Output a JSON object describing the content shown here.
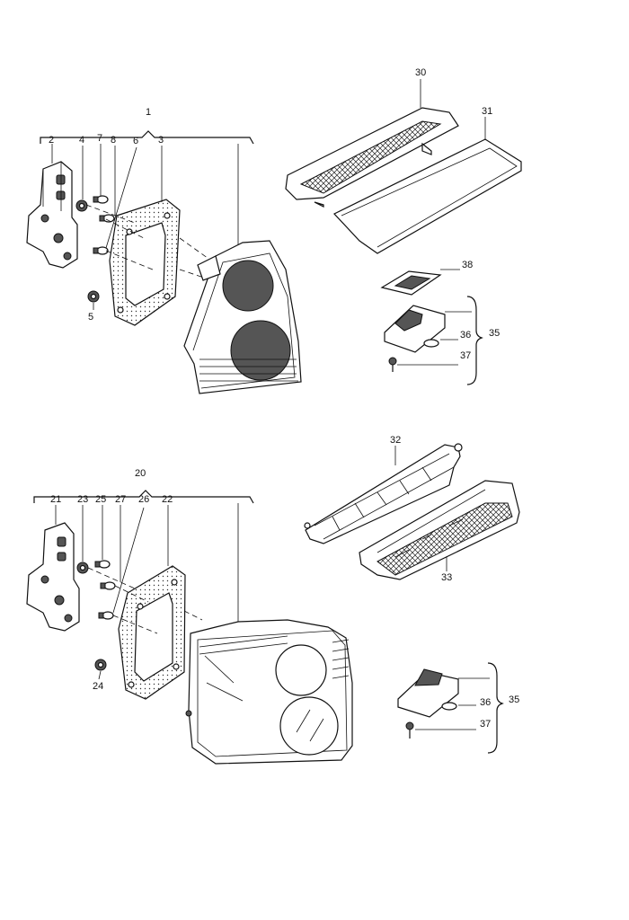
{
  "labels": {
    "l1": "1",
    "l2": "2",
    "l3": "3",
    "l4": "4",
    "l5": "5",
    "l6": "6",
    "l7": "7",
    "l8": "8",
    "l20": "20",
    "l21": "21",
    "l22": "22",
    "l23": "23",
    "l24": "24",
    "l25": "25",
    "l26": "26",
    "l27": "27",
    "l30": "30",
    "l31": "31",
    "l32": "32",
    "l33": "33",
    "l35a": "35",
    "l36a": "36",
    "l37a": "37",
    "l38": "38",
    "l35b": "35",
    "l36b": "36",
    "l37b": "37"
  }
}
